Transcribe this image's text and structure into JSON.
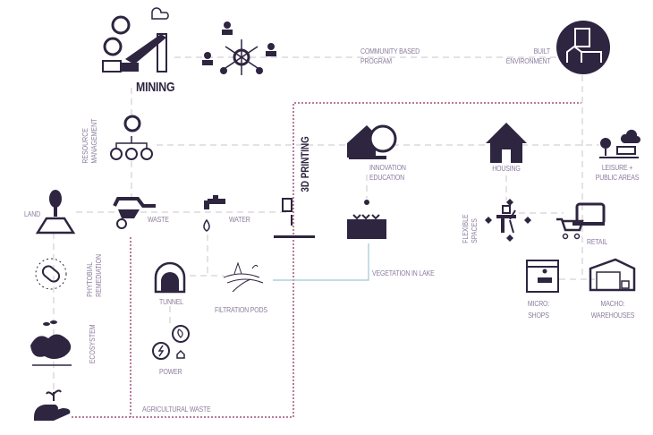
{
  "colors": {
    "dark": "#2e2540",
    "label": "#8b7c9c",
    "dotted": "#a0507a",
    "water_line": "#9cc8d8",
    "dash": "#c9c4cf"
  },
  "nodes": {
    "mining": "MINING",
    "community": "COMMUNITY BASED\nPROGRAM",
    "built": "BUILT\nENVIRONMENT",
    "resource": "RESOURCE\nMANAGEMENT",
    "printing": "3D PRINTING",
    "innovation": "INNOVATION\nEDUCATION",
    "housing": "HOUSING",
    "leisure": "LEISURE +\nPUBLIC AREAS",
    "land": "LAND",
    "waste": "WASTE",
    "water": "WATER",
    "vegetation": "VEGETATION IN LAKE",
    "flexible": "FLEXIBLE\nSPACES",
    "retail": "RETAIL",
    "micro": "MICRO:\nSHOPS",
    "macho": "MACHO:\nWAREHOUSES",
    "phytobial": "PHYTOBIAL\nREMEDIATION",
    "ecosystem": "ECOSYSTEM",
    "tunnel": "TUNNEL",
    "filtration": "FILTRATION PODS",
    "power": "POWER",
    "agricultural": "AGRICULTURAL WASTE"
  }
}
